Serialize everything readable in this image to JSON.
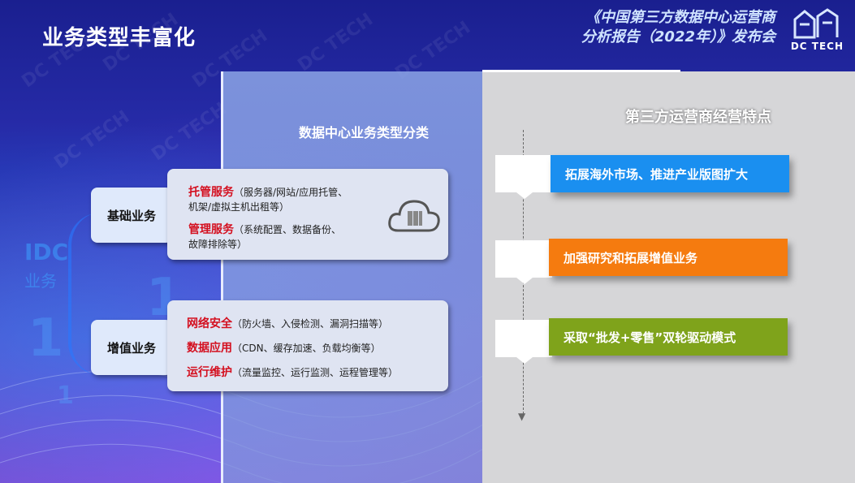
{
  "header": {
    "page_title": "业务类型丰富化",
    "conference_line1": "《中国第三方数据中心运营商",
    "conference_line2": "分析报告（2022年）》发布会",
    "logo_text": "DC TECH"
  },
  "decor": {
    "idc_label": "IDC",
    "idc_sub": "业务",
    "watermark": "DC TECH"
  },
  "left_section": {
    "title": "数据中心业务类型分类",
    "categories": [
      {
        "label": "基础业务",
        "items": [
          {
            "name": "托管服务",
            "desc_line1": "（服务器/网站/应用托管、",
            "desc_line2": "机架/虚拟主机出租等）"
          },
          {
            "name": "管理服务",
            "desc_line1": "（系统配置、数据备份、",
            "desc_line2": "故障排除等）"
          }
        ]
      },
      {
        "label": "增值业务",
        "items": [
          {
            "name": "网络安全",
            "desc": "（防火墙、入侵检测、漏洞扫描等）"
          },
          {
            "name": "数据应用",
            "desc": "（CDN、缓存加速、负载均衡等）"
          },
          {
            "name": "运行维护",
            "desc": "（流量监控、运行监测、运程管理等）"
          }
        ]
      }
    ]
  },
  "right_section": {
    "title": "第三方运营商经营特点",
    "features": [
      {
        "label": "拓展海外市场、推进产业版图扩大",
        "color": "#1a8ff0"
      },
      {
        "label": "加强研究和拓展增值业务",
        "color": "#f57b0f"
      },
      {
        "label": "采取“批发+零售”双轮驱动模式",
        "color": "#7fa31b"
      }
    ]
  }
}
